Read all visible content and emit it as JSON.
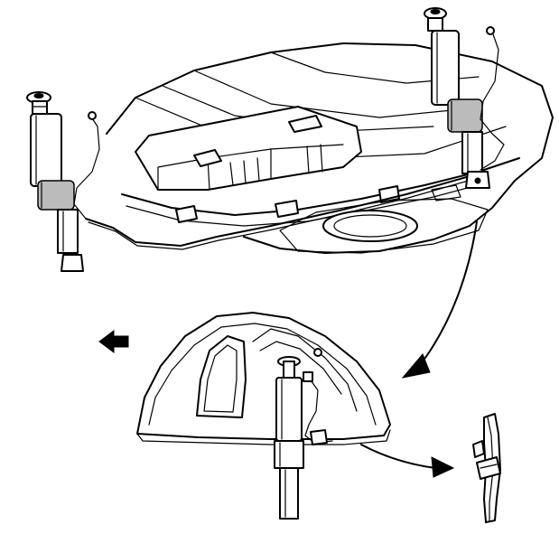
{
  "figure": {
    "colors": {
      "line": "#000000",
      "background": "#ffffff",
      "shade": "#bbbbbb"
    },
    "arrows": [
      {
        "name": "direction-arrow-left",
        "direction": "left"
      },
      {
        "name": "curved-arrow-to-detail",
        "direction": "down-left"
      },
      {
        "name": "curved-arrow-to-connector",
        "direction": "right"
      }
    ]
  }
}
